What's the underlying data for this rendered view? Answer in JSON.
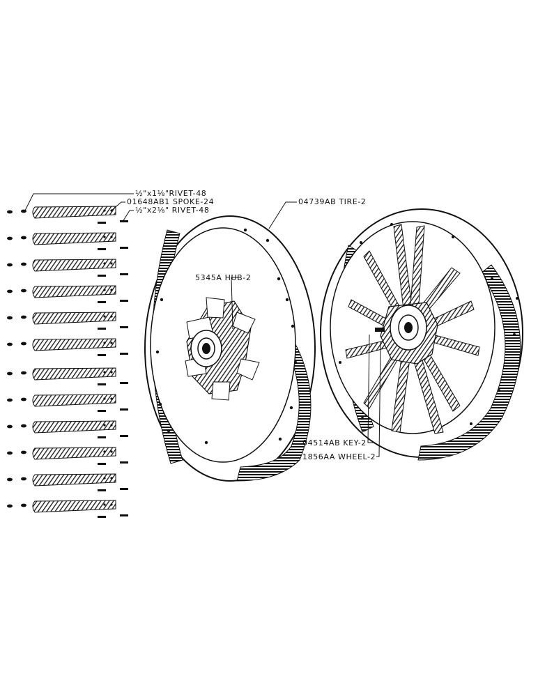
{
  "callouts": {
    "rivet_short": "½\"x1⅛\"RIVET-48",
    "spoke": "01648AB1 SPOKE-24",
    "rivet_long": "½\"x2⅛\" RIVET-48",
    "tire": "04739AB TIRE-2",
    "hub": "5345A HUB-2",
    "key": "04514AB KEY-2",
    "wheel": "1856AA WHEEL-2"
  },
  "colors": {
    "ink": "#111111",
    "paper": "#ffffff"
  }
}
